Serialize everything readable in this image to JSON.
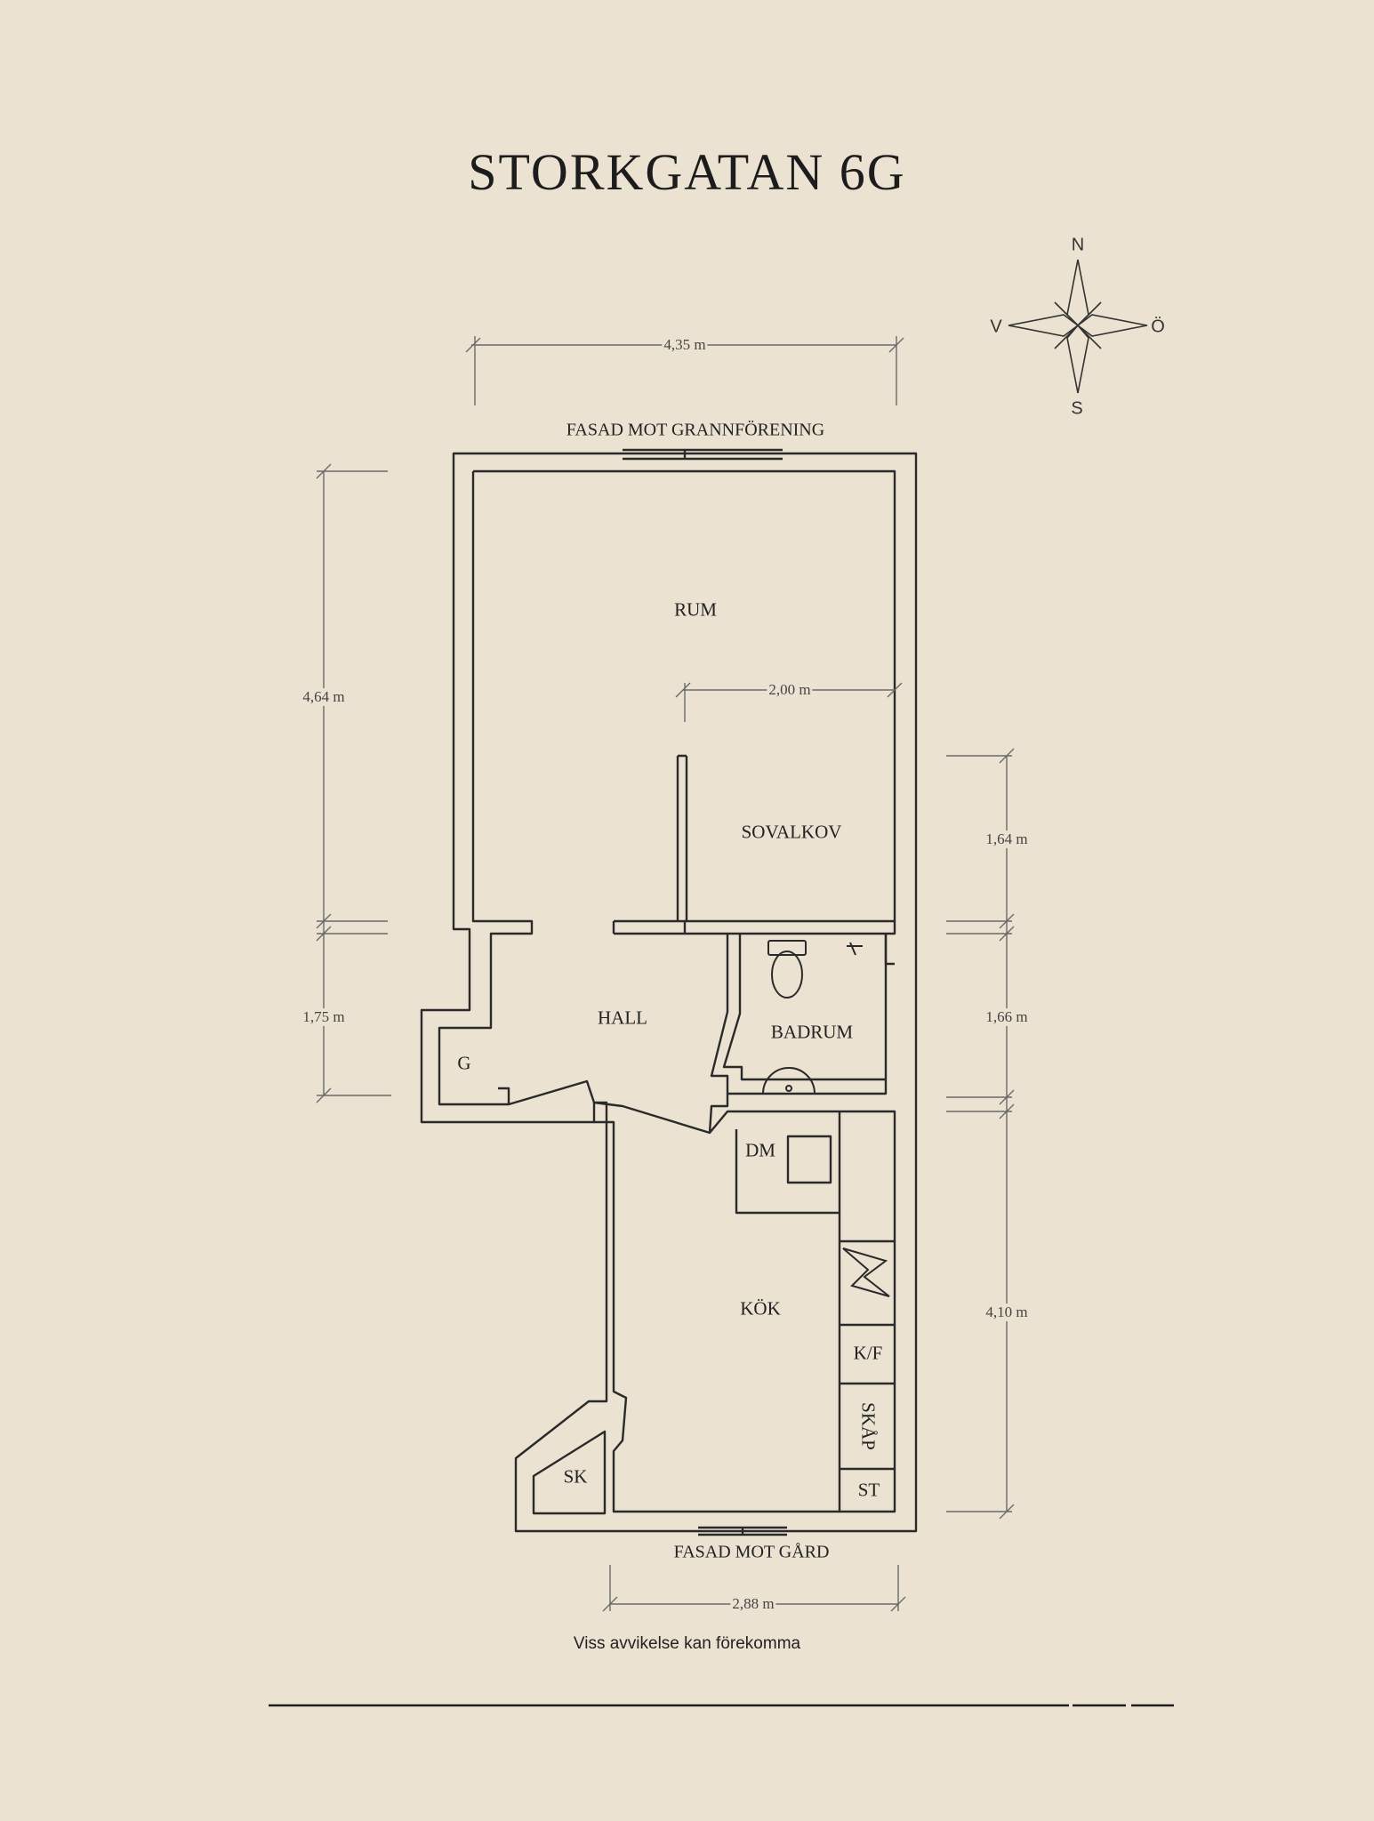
{
  "title": "STORKGATAN 6G",
  "facades": {
    "top": "FASAD MOT GRANNFÖRENING",
    "bottom": "FASAD MOT GÅRD"
  },
  "rooms": {
    "rum": "RUM",
    "sovalkov": "SOVALKOV",
    "hall": "HALL",
    "g": "G",
    "badrum": "BADRUM",
    "dm": "DM",
    "kok": "KÖK",
    "kf": "K/F",
    "skap": "SKÅP",
    "st": "ST",
    "sk": "SK"
  },
  "dimensions": {
    "top_width": "4,35 m",
    "bottom_width": "2,88 m",
    "alcove_width": "2,00 m",
    "left_upper": "4,64 m",
    "left_lower": "1,75 m",
    "right_sovalkov": "1,64 m",
    "right_badrum": "1,66 m",
    "right_kok": "4,10 m"
  },
  "compass": {
    "n": "N",
    "s": "S",
    "e": "Ö",
    "w": "V"
  },
  "note": "Viss avvikelse kan förekomma",
  "colors": {
    "background": "#ebe2d2",
    "ink": "#2a2a2a",
    "dimension": "#555555"
  }
}
